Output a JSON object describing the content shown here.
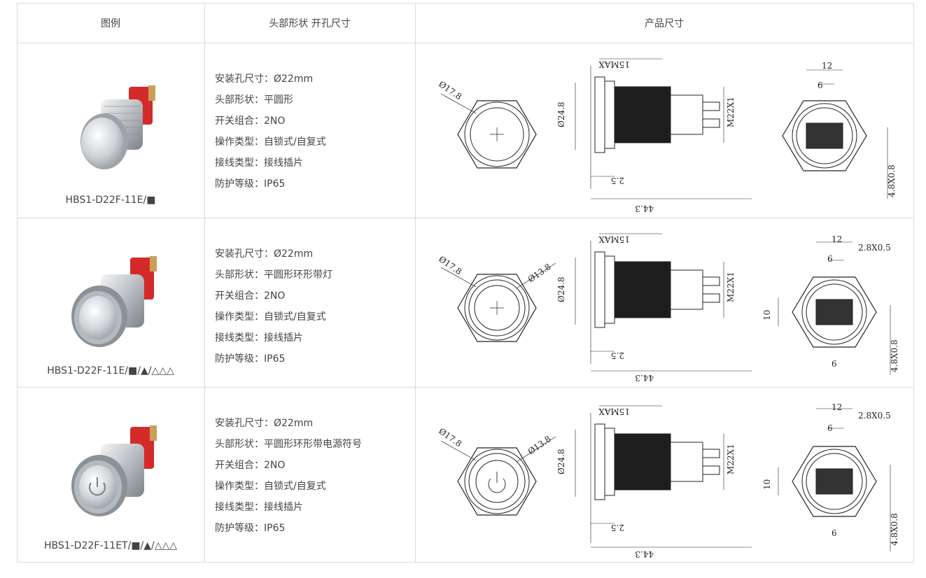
{
  "header": {
    "legend": "图例",
    "head_shape": "头部形状  开孔尺寸",
    "dimensions": "产品尺寸"
  },
  "rows": [
    {
      "model": "HBS1-D22F-11E/■",
      "specs": [
        "安装孔尺寸：Ø22mm",
        "头部形状：平圆形",
        "开关组合：2NO",
        "操作类型：自锁式/自复式",
        "接线类型：接线插片",
        "防护等级：IP65"
      ]
    },
    {
      "model": "HBS1-D22F-11E/■/▲/△△△",
      "specs": [
        "安装孔尺寸：Ø22mm",
        "头部形状：平圆形环形带灯",
        "开关组合：2NO",
        "操作类型：自锁式/自复式",
        "接线类型：接线插片",
        "防护等级：IP65"
      ]
    },
    {
      "model": "HBS1-D22F-11ET/■/▲/△△△",
      "specs": [
        "安装孔尺寸：Ø22mm",
        "头部形状：平圆形环形带电源符号",
        "开关组合：2NO",
        "操作类型：自锁式/自复式",
        "接线类型：接线插片",
        "防护等级：IP65"
      ]
    }
  ],
  "drawing_labels": {
    "outer_dia": "Ø17.8",
    "ring_dia": "Ø13.8",
    "body_dia": "Ø24.8",
    "length": "44.3",
    "bezel": "2.5",
    "max_thread": "15MAX",
    "thread": "M22X1",
    "width_12": "12",
    "width_6": "6",
    "tab": "2.8X0.5",
    "tab_height": "4.8X0.8",
    "width_10": "10"
  },
  "colors": {
    "border": "#dcdcdc",
    "text": "#444444",
    "housing_red": "#d42a2a",
    "steel": "#c8cbcf"
  }
}
